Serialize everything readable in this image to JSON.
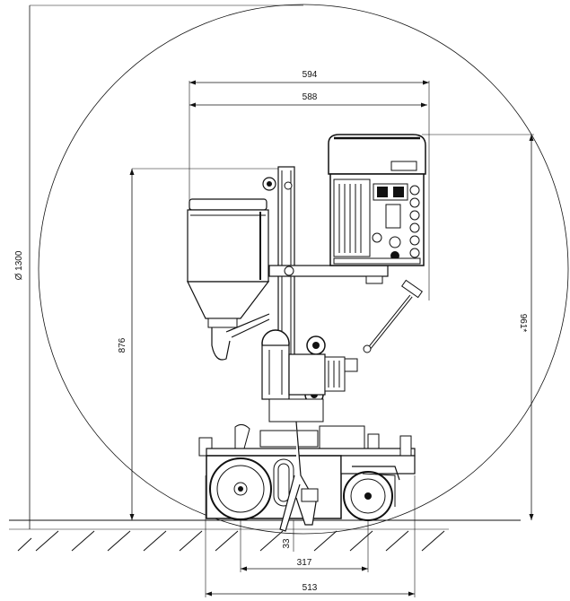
{
  "drawing": {
    "dimensions": {
      "diameter": "Ø 1300",
      "width_top": "594",
      "width_inner": "588",
      "height_left": "876",
      "height_right": "961*",
      "offset_small": "33",
      "wheel_span": "317",
      "base_width": "513"
    }
  }
}
